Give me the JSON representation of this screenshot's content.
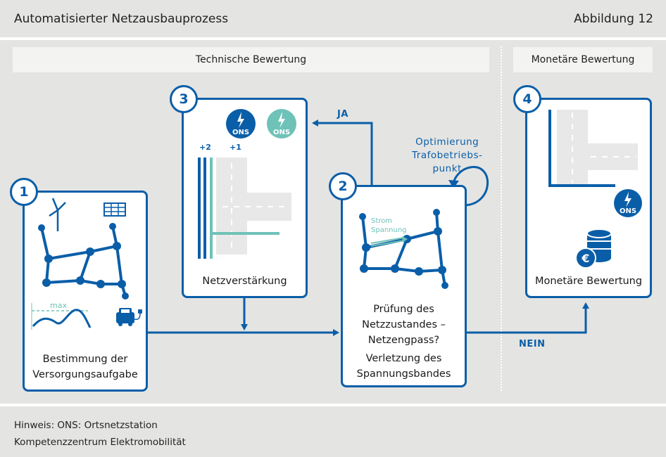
{
  "header": {
    "title": "Automatisierter Netzausbauprozess",
    "figure": "Abbildung 12"
  },
  "sections": {
    "technical": "Technische Bewertung",
    "monetary": "Monetäre Bewertung"
  },
  "steps": [
    {
      "number": "1",
      "caption_line1": "Bestimmung der",
      "caption_line2": "Versorgungsaufgabe",
      "chart_label": "max"
    },
    {
      "number": "2",
      "line1": "Prüfung des",
      "line2": "Netzzustandes –",
      "line3": "Netzengpass?",
      "line4": "Verletzung des",
      "line5": "Spannungsbandes",
      "legend_strom": "Strom",
      "legend_spannung": "Spannung"
    },
    {
      "number": "3",
      "caption": "Netzverstärkung",
      "badge": "ONS",
      "level_plus2": "+2",
      "level_plus1": "+1"
    },
    {
      "number": "4",
      "caption": "Monetäre Bewertung",
      "badge": "ONS"
    }
  ],
  "arrows": {
    "yes": "JA",
    "no": "NEIN",
    "optimize_line1": "Optimierung",
    "optimize_line2": "Trafobetriebs-",
    "optimize_line3": "punkt"
  },
  "footer": {
    "note": "Hinweis: ONS: Ortsnetzstation",
    "source": "Kompetenzzentrum Elektromobilität"
  },
  "colors": {
    "blue": "#0a5ea8",
    "teal": "#6fc2b8",
    "gray": "#e4e4e2",
    "light_gray": "#e8e8e8"
  }
}
